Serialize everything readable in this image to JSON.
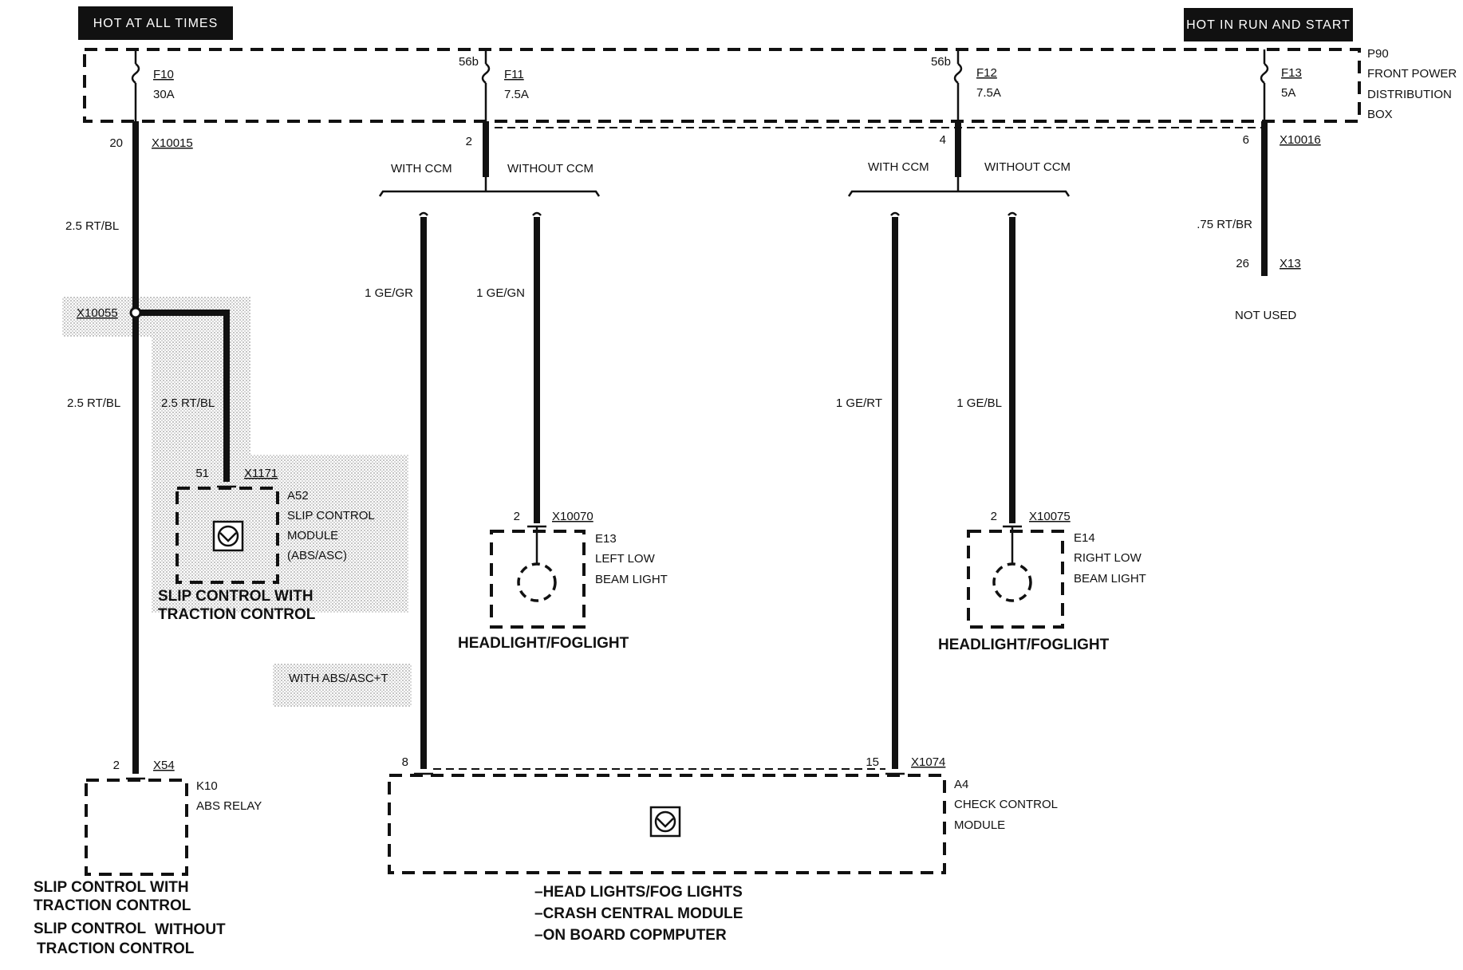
{
  "headers": {
    "left": "HOT AT ALL TIMES",
    "right": "HOT IN RUN AND START"
  },
  "power_box": {
    "id": "P90",
    "name_line1": "FRONT POWER",
    "name_line2": "DISTRIBUTION",
    "name_line3": "BOX"
  },
  "fuses": [
    {
      "name": "F10",
      "rating": "30A",
      "terminal": ""
    },
    {
      "name": "F11",
      "rating": "7.5A",
      "terminal": "56b"
    },
    {
      "name": "F12",
      "rating": "7.5A",
      "terminal": "56b"
    },
    {
      "name": "F13",
      "rating": "5A",
      "terminal": ""
    }
  ],
  "pins": {
    "f10_pin": "20",
    "f10_conn": "X10015",
    "f11_pin": "2",
    "f12_pin": "4",
    "f13_pin": "6",
    "f13_conn": "X10016"
  },
  "branches": {
    "with_ccm": "WITH CCM",
    "without_ccm": "WITHOUT CCM"
  },
  "wires": {
    "w1": "2.5 RT/BL",
    "w2": "2.5 RT/BL",
    "w3": "2.5 RT/BL",
    "w_gegr": "1 GE/GR",
    "w_gegn": "1 GE/GN",
    "w_gert": "1 GE/RT",
    "w_gebl": "1 GE/BL",
    "w_rtbr": ".75 RT/BR"
  },
  "splice": "X10055",
  "x13": {
    "pin": "26",
    "conn": "X13",
    "note": "NOT USED"
  },
  "a52": {
    "pin": "51",
    "conn": "X1171",
    "id": "A52",
    "line1": "SLIP CONTROL",
    "line2": "MODULE",
    "line3": "(ABS/ASC)",
    "caption1": "SLIP CONTROL WITH",
    "caption2": "TRACTION CONTROL",
    "option": "WITH ABS/ASC+T"
  },
  "e13": {
    "pin": "2",
    "conn": "X10070",
    "id": "E13",
    "line1": "LEFT LOW",
    "line2": "BEAM LIGHT",
    "caption": "HEADLIGHT/FOGLIGHT"
  },
  "e14": {
    "pin": "2",
    "conn": "X10075",
    "id": "E14",
    "line1": "RIGHT LOW",
    "line2": "BEAM LIGHT",
    "caption": "HEADLIGHT/FOGLIGHT"
  },
  "k10": {
    "pin": "2",
    "conn": "X54",
    "id": "K10",
    "line1": "ABS RELAY",
    "caption1": "SLIP CONTROL WITH",
    "caption2": "TRACTION CONTROL",
    "caption3": "SLIP CONTROL",
    "caption3b": "WITHOUT",
    "caption4": "TRACTION CONTROL"
  },
  "a4": {
    "pin_left": "8",
    "pin_right": "15",
    "conn": "X1074",
    "id": "A4",
    "line1": "CHECK CONTROL",
    "line2": "MODULE",
    "notes": [
      "HEAD LIGHTS/FOG LIGHTS",
      "CRASH CENTRAL MODULE",
      "ON BOARD COPMPUTER"
    ]
  }
}
